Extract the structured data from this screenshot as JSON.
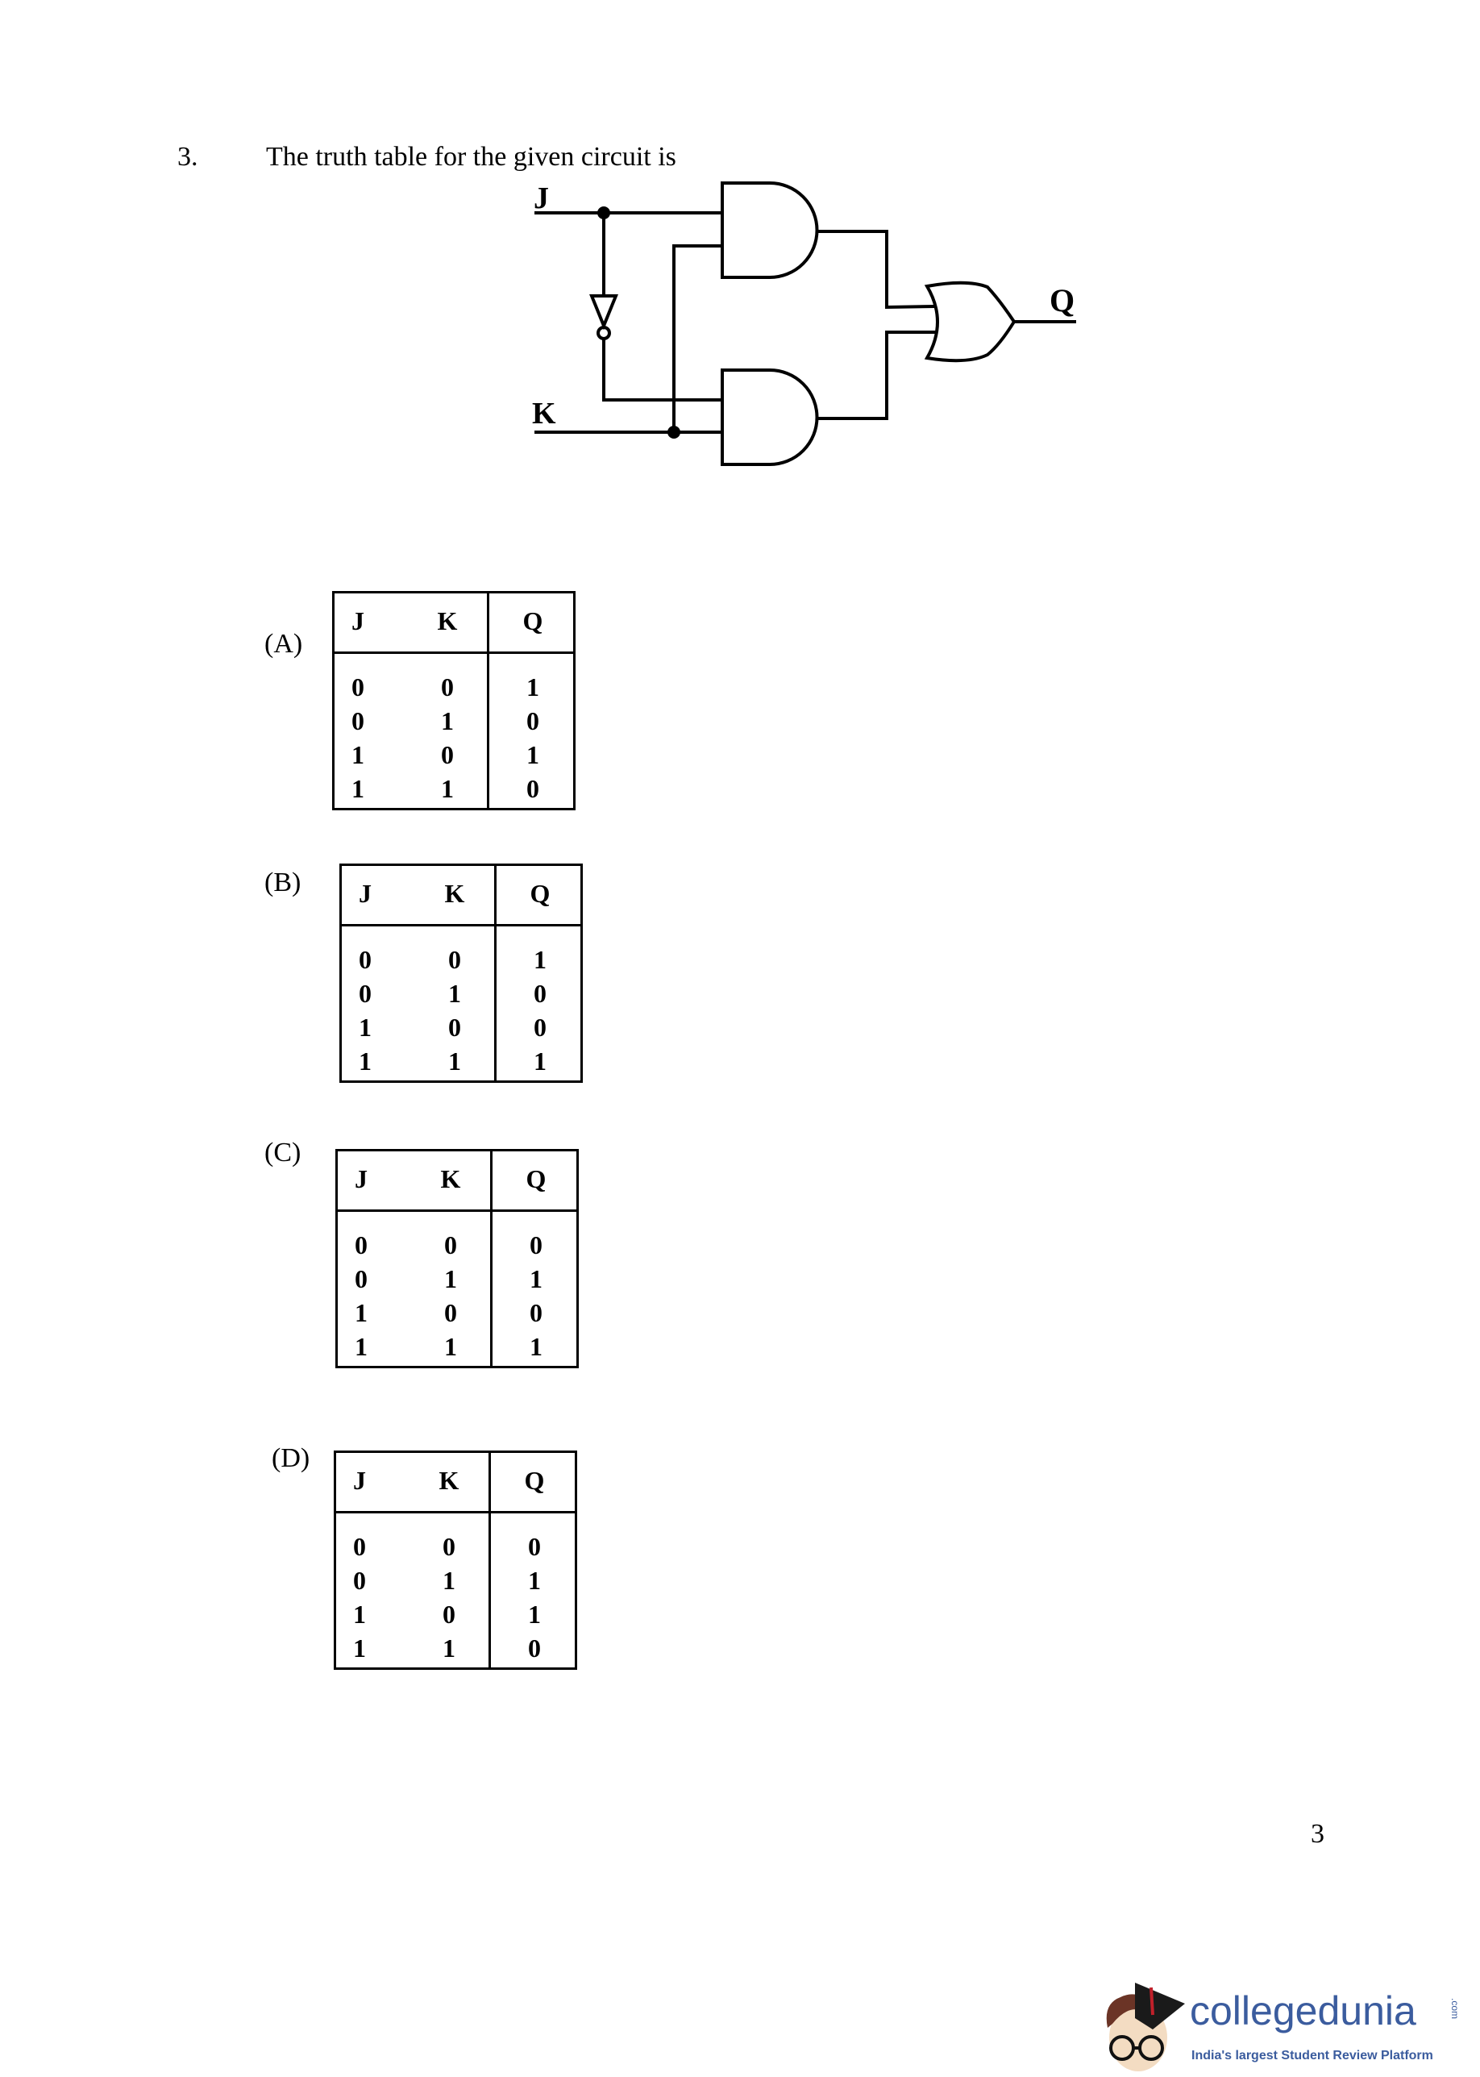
{
  "question": {
    "number": "3.",
    "text": "The truth table for the given circuit is"
  },
  "circuit": {
    "input_j": "J",
    "input_k": "K",
    "output_q": "Q"
  },
  "options": [
    {
      "label": "(A)",
      "headers": [
        "J",
        "K",
        "Q"
      ],
      "rows": [
        [
          "0",
          "0",
          "1"
        ],
        [
          "0",
          "1",
          "0"
        ],
        [
          "1",
          "0",
          "1"
        ],
        [
          "1",
          "1",
          "0"
        ]
      ]
    },
    {
      "label": "(B)",
      "headers": [
        "J",
        "K",
        "Q"
      ],
      "rows": [
        [
          "0",
          "0",
          "1"
        ],
        [
          "0",
          "1",
          "0"
        ],
        [
          "1",
          "0",
          "0"
        ],
        [
          "1",
          "1",
          "1"
        ]
      ]
    },
    {
      "label": "(C)",
      "headers": [
        "J",
        "K",
        "Q"
      ],
      "rows": [
        [
          "0",
          "0",
          "0"
        ],
        [
          "0",
          "1",
          "1"
        ],
        [
          "1",
          "0",
          "0"
        ],
        [
          "1",
          "1",
          "1"
        ]
      ]
    },
    {
      "label": "(D)",
      "headers": [
        "J",
        "K",
        "Q"
      ],
      "rows": [
        [
          "0",
          "0",
          "0"
        ],
        [
          "0",
          "1",
          "1"
        ],
        [
          "1",
          "0",
          "1"
        ],
        [
          "1",
          "1",
          "0"
        ]
      ]
    }
  ],
  "page_number": "3",
  "logo": {
    "name": "collegedunia",
    "suffix": ".com",
    "tagline": "India's largest Student Review Platform",
    "color": "#3b5c9e"
  }
}
